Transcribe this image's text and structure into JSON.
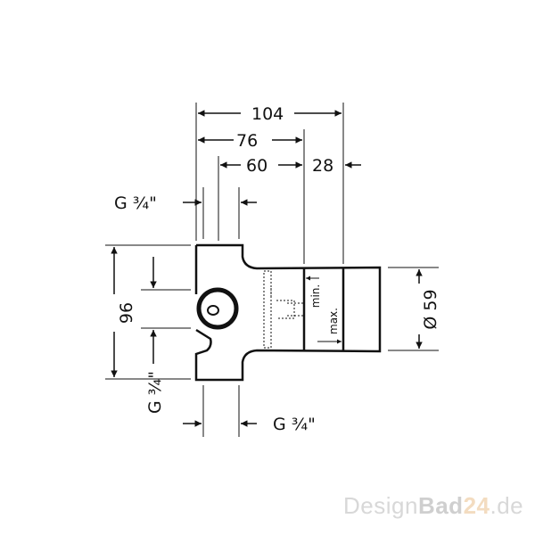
{
  "dimensions": {
    "overall_length": "104",
    "length_76": "76",
    "length_60": "60",
    "length_28": "28",
    "height": "96",
    "diameter": "Ø 59",
    "thread_top": "G ¾\"",
    "thread_left": "G ¾\"",
    "thread_bottom": "G ¾\"",
    "min_label": "min.",
    "max_label": "max."
  },
  "watermark": {
    "prefix": "Design",
    "brand": "Bad",
    "number": "24",
    "suffix": ".de"
  },
  "colors": {
    "line": "#111111",
    "watermark": "#d8d8d8",
    "watermark_accent": "#f3dcc0"
  }
}
